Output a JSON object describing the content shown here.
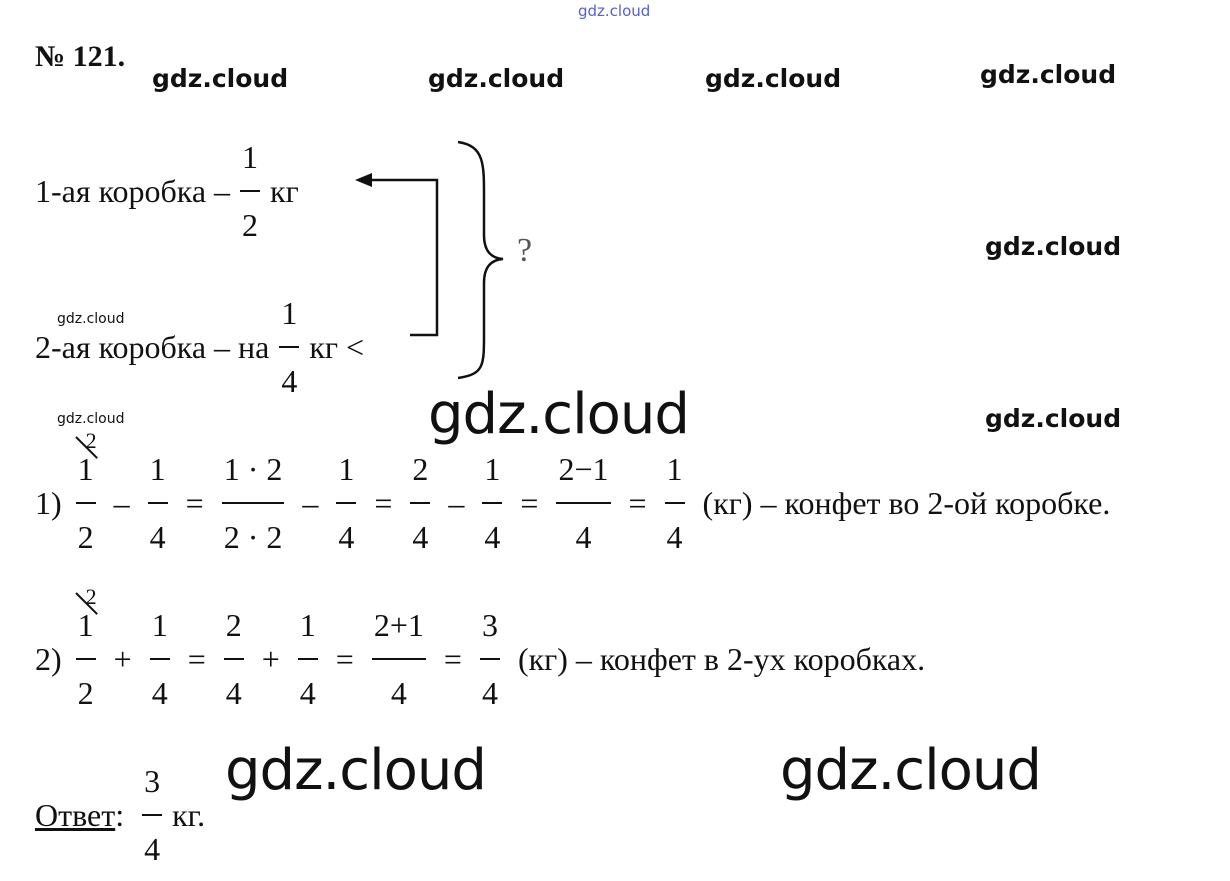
{
  "problem_number": "№ 121.",
  "watermarks": {
    "top": "gdz.cloud",
    "row": [
      "gdz.cloud",
      "gdz.cloud",
      "gdz.cloud",
      "gdz.cloud"
    ],
    "right1": "gdz.cloud",
    "right2": "gdz.cloud",
    "small1": "gdz.cloud",
    "small2": "gdz.cloud",
    "large1": "gdz.cloud",
    "large2": "gdz.cloud",
    "large3": "gdz.cloud"
  },
  "condition": {
    "box1": {
      "label": "1-ая коробка –",
      "n": "1",
      "d": "2",
      "unit": "кг"
    },
    "box2": {
      "label": "2-ая коробка – на",
      "n": "1",
      "d": "4",
      "unit": "кг <"
    },
    "question": "?"
  },
  "steps": [
    {
      "label": "1)",
      "tokens": [
        {
          "n": "1",
          "d": "2",
          "mark": "2"
        },
        {
          "op": "–"
        },
        {
          "n": "1",
          "d": "4"
        },
        {
          "op": "="
        },
        {
          "n": "1 · 2",
          "d": "2 · 2"
        },
        {
          "op": "–"
        },
        {
          "n": "1",
          "d": "4"
        },
        {
          "op": "="
        },
        {
          "n": "2",
          "d": "4"
        },
        {
          "op": "–"
        },
        {
          "n": "1",
          "d": "4"
        },
        {
          "op": "="
        },
        {
          "n": "2−1",
          "d": "4"
        },
        {
          "op": "="
        },
        {
          "n": "1",
          "d": "4"
        }
      ],
      "tail": "(кг) – конфет во 2-ой коробке."
    },
    {
      "label": "2)",
      "tokens": [
        {
          "n": "1",
          "d": "2",
          "mark": "2"
        },
        {
          "op": "+"
        },
        {
          "n": "1",
          "d": "4"
        },
        {
          "op": "="
        },
        {
          "n": "2",
          "d": "4"
        },
        {
          "op": "+"
        },
        {
          "n": "1",
          "d": "4"
        },
        {
          "op": "="
        },
        {
          "n": "2+1",
          "d": "4"
        },
        {
          "op": "="
        },
        {
          "n": "3",
          "d": "4"
        }
      ],
      "tail": "(кг) – конфет в 2-ух коробках."
    }
  ],
  "answer": {
    "label": "Ответ",
    "colon": ":",
    "n": "3",
    "d": "4",
    "unit": "кг."
  }
}
